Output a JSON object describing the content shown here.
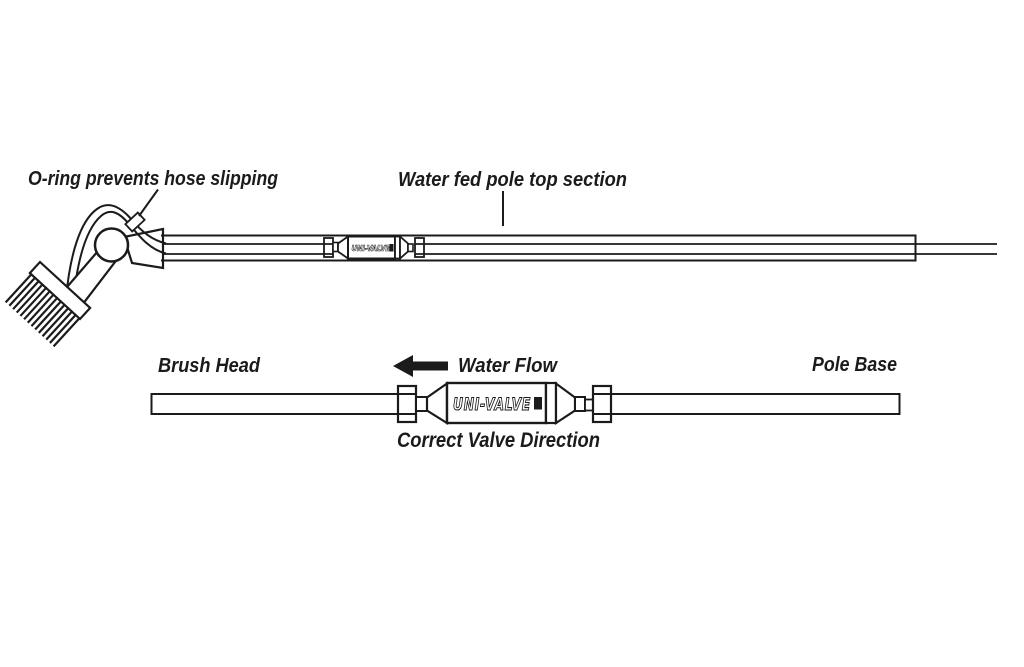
{
  "canvas": {
    "background": "#ffffff",
    "ink_color": "#1b1b1b"
  },
  "top_diagram": {
    "oring_label": "O-ring prevents hose slipping",
    "pole_section_label": "Water fed pole top section",
    "valve_brand": "UNI-VALVE"
  },
  "bottom_diagram": {
    "brush_head_label": "Brush Head",
    "water_flow_label": "Water Flow",
    "pole_base_label": "Pole Base",
    "caption": "Correct Valve Direction",
    "valve_brand": "UNI-VALVE",
    "icons": {
      "water_flow_arrow": "left-arrow"
    }
  }
}
